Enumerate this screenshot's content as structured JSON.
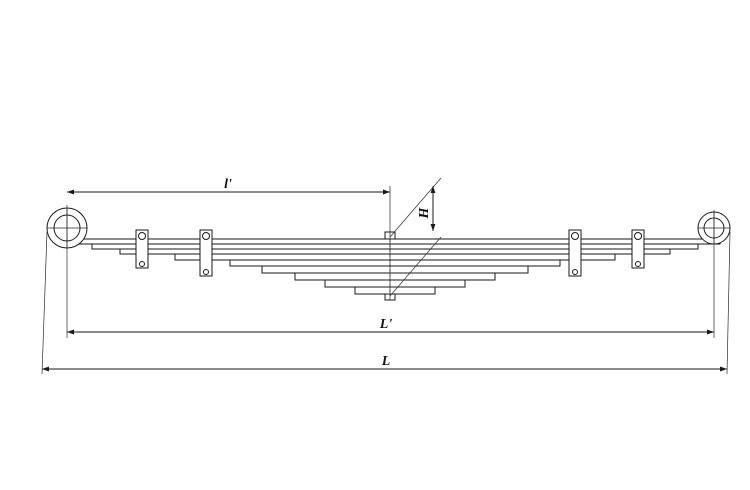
{
  "drawing": {
    "subject": "leaf-spring",
    "leaf_count": 9,
    "clamp_count": 4,
    "line_color": "#1a1a1a",
    "background": "#ffffff"
  },
  "dimensions": {
    "half_length": "l'",
    "camber_height": "H",
    "eye_to_eye_length": "L'",
    "overall_length": "L"
  }
}
